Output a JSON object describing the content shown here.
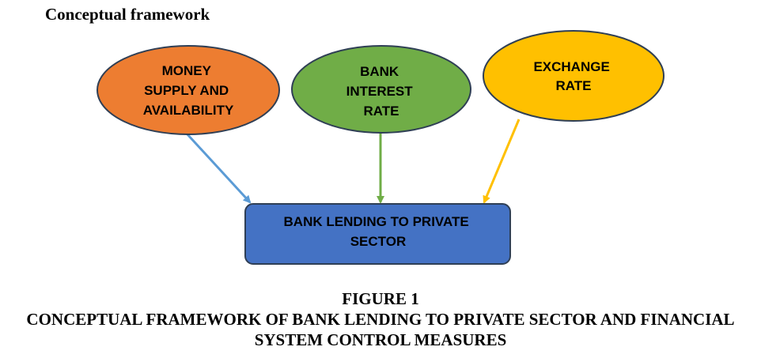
{
  "heading": "Conceptual framework",
  "nodes": {
    "money_supply": {
      "lines": [
        "MONEY",
        "SUPPLY AND",
        "AVAILABILITY"
      ],
      "fill": "#ED7D31",
      "stroke": "#2F3F55"
    },
    "interest_rate": {
      "lines": [
        "BANK",
        "INTEREST",
        "RATE"
      ],
      "fill": "#70AD47",
      "stroke": "#2F3F55"
    },
    "exchange_rate": {
      "lines": [
        "EXCHANGE",
        "RATE"
      ],
      "fill": "#FFC000",
      "stroke": "#2F3F55"
    },
    "bank_lending": {
      "lines": [
        "BANK LENDING TO PRIVATE",
        "SECTOR"
      ],
      "fill": "#4472C4",
      "stroke": "#2F3F55"
    }
  },
  "arrows": {
    "money_to_lending": "#5B9BD5",
    "interest_to_lending": "#70AD47",
    "exchange_to_lending": "#FFC000"
  },
  "caption": {
    "number": "FIGURE 1",
    "title": "CONCEPTUAL FRAMEWORK OF BANK LENDING TO PRIVATE SECTOR AND FINANCIAL SYSTEM CONTROL MEASURES"
  }
}
